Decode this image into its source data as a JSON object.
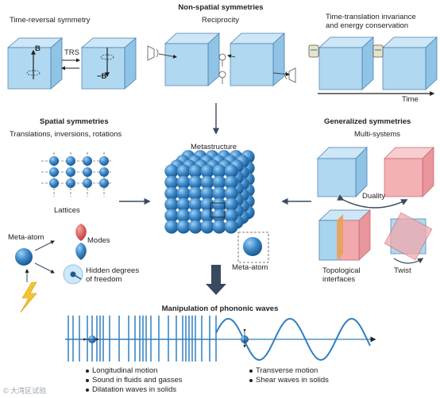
{
  "sections": {
    "non_spatial": {
      "title": "Non-spatial symmetries",
      "time_reversal": {
        "label": "Time-reversal symmetry",
        "arrow_label": "TRS",
        "field_plus": "B",
        "field_minus": "−B"
      },
      "reciprocity": {
        "label": "Reciprocity"
      },
      "time_translation": {
        "label_line1": "Time-translation invariance",
        "label_line2": "and energy conservation",
        "axis_label": "Time"
      }
    },
    "spatial": {
      "title": "Spatial symmetries",
      "subtitle": "Translations, inversions, rotations",
      "lattices_label": "Lattices",
      "meta_atom_label": "Meta-atom",
      "modes_label": "Modes",
      "hidden_line1": "Hidden degrees",
      "hidden_line2": "of freedom"
    },
    "center": {
      "metastructure_label": "Metastructure",
      "meta_atom_label": "Meta-atom"
    },
    "generalized": {
      "title": "Generalized symmetries",
      "subtitle": "Multi-systems",
      "duality_label": "Duality",
      "topological_line1": "Topological",
      "topological_line2": "interfaces",
      "twist_label": "Twist"
    },
    "manipulation": {
      "title": "Manipulation of phononic waves",
      "longitudinal_bullets": [
        "Longitudinal motion",
        "Sound in fluids and gasses",
        "Dilatation waves in solids"
      ],
      "transverse_bullets": [
        "Transverse motion",
        "Shear waves in solids"
      ]
    }
  },
  "watermark": "© 大湾区试验",
  "colors": {
    "cube_face": "#a8d4ef",
    "cube_edge": "#4a7fae",
    "sphere": "#3b88c8",
    "wave": "#2f7fc1",
    "arrow": "#3a4a5e",
    "pink_face": "#f2a9ad",
    "orange_face": "#e9a25a",
    "lightning": "#f4c430"
  }
}
